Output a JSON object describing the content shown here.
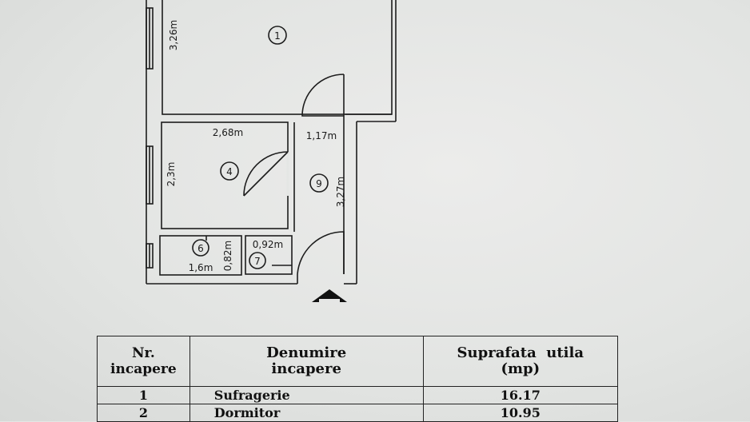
{
  "plan": {
    "rooms": [
      {
        "nr": "1"
      },
      {
        "nr": "4"
      },
      {
        "nr": "9"
      },
      {
        "nr": "6"
      },
      {
        "nr": "7"
      }
    ],
    "dimensions": {
      "room1_height": "3,26m",
      "room4_width": "2,68m",
      "room4_height": "2,3m",
      "hall_width": "1,17m",
      "hall_height": "3,27m",
      "room6_width": "1,6m",
      "room6_height": "0,82m",
      "room7_width": "0,92m"
    },
    "entrance_icon": "entrance-arrow-icon"
  },
  "table": {
    "headers": {
      "nr_line1": "Nr.",
      "nr_line2": "incapere",
      "name_line1": "Denumire",
      "name_line2": "incapere",
      "area_line1": "Suprafata  utila",
      "area_line2": "(mp)"
    },
    "rows": [
      {
        "nr": "1",
        "name": "Sufragerie",
        "area": "16.17"
      },
      {
        "nr": "2",
        "name": "Dormitor",
        "area": "10.95"
      }
    ]
  }
}
